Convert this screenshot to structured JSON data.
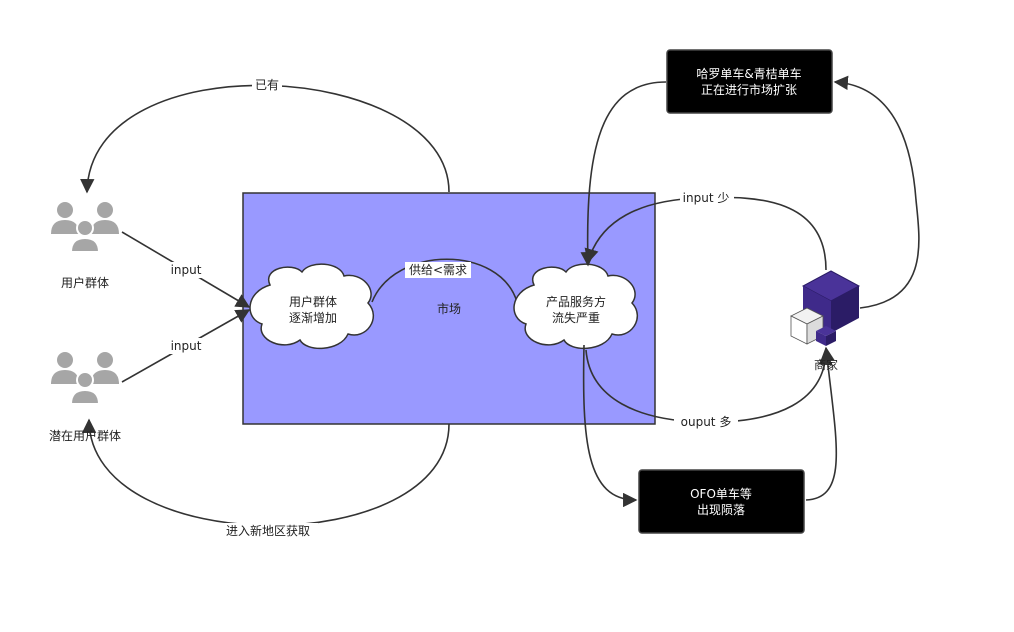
{
  "nodes": {
    "users": {
      "label": "用户群体"
    },
    "potential_users": {
      "label": "潜在用户群体"
    },
    "market": {
      "label": "市场"
    },
    "cloud_left": {
      "line1": "用户群体",
      "line2": "逐渐增加"
    },
    "cloud_right": {
      "line1": "产品服务方",
      "line2": "流失严重"
    },
    "box_top": {
      "line1": "哈罗单车&青桔单车",
      "line2": "正在进行市场扩张"
    },
    "box_bottom": {
      "line1": "OFO单车等",
      "line2": "出现陨落"
    },
    "merchant": {
      "label": "商家"
    }
  },
  "edges": {
    "existing": "已有",
    "input_users": "input",
    "input_potential": "input",
    "supply_demand": "供给<需求",
    "input_less": "input 少",
    "output_more": "ouput 多",
    "new_region": "进入新地区获取"
  },
  "colors": {
    "market_fill": "#9999ff",
    "box_fill": "#000000",
    "cube_top": "#3f2a8a",
    "cube_side": "#2b1c66",
    "person": "#a6a6a6"
  }
}
